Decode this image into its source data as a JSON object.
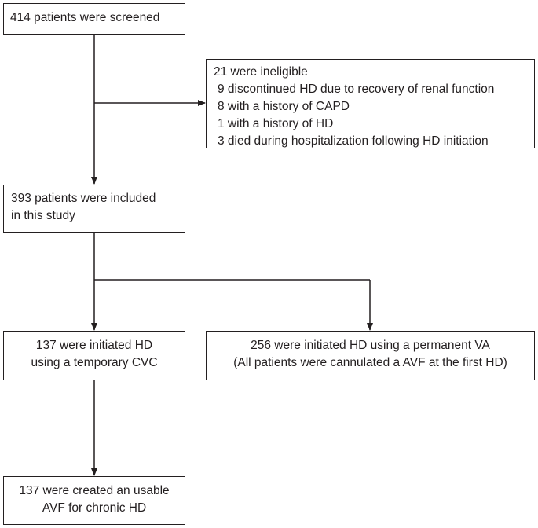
{
  "flowchart": {
    "screened": {
      "lines": [
        "414 patients were screened"
      ]
    },
    "ineligible": {
      "title": "21 were ineligible",
      "reasons": [
        "9 discontinued HD due to recovery of renal function",
        "8 with a history of CAPD",
        "1 with a history of HD",
        "3 died during hospitalization following HD initiation"
      ]
    },
    "included": {
      "lines": [
        "393 patients were included",
        "in this study"
      ]
    },
    "temporary_cvc": {
      "lines": [
        "137 were initiated HD",
        "using a temporary CVC"
      ]
    },
    "permanent_va": {
      "lines": [
        "256 were initiated HD using a permanent VA",
        "(All patients were cannulated a AVF at the first HD)"
      ]
    },
    "usable_avf": {
      "lines": [
        "137 were created an usable",
        "AVF for chronic HD"
      ]
    }
  }
}
